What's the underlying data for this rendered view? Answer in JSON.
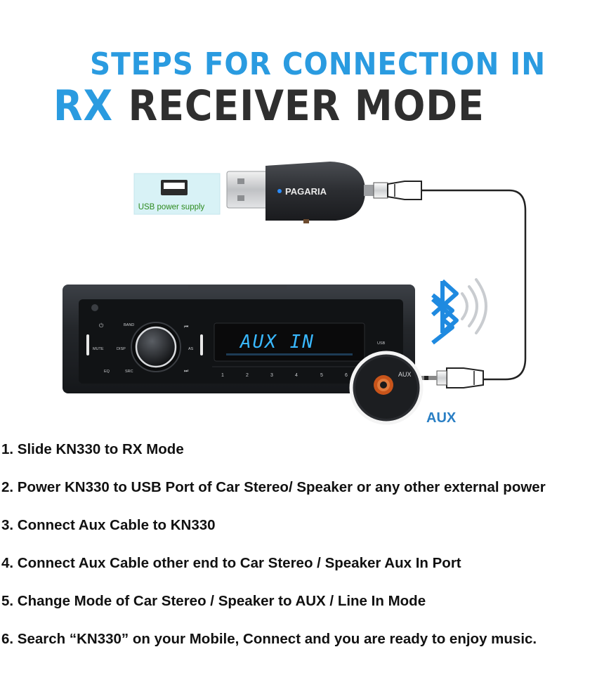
{
  "header": {
    "line1": "STEPS FOR CONNECTION IN",
    "line2_highlight": "RX",
    "line2_rest": "RECEIVER MODE"
  },
  "illustration": {
    "usb_power_label": "USB power supply",
    "device_brand": "PAGARIA",
    "stereo_display": "AUX IN",
    "stereo_buttons": {
      "band": "BAND",
      "mute": "MUTE",
      "disp": "DISP",
      "as": "AS",
      "eq": "EQ",
      "src": "SRC",
      "usb": "USB",
      "aux_port": "AUX"
    },
    "presets": [
      "1",
      "2",
      "3",
      "4",
      "5",
      "6"
    ],
    "aux_label": "AUX",
    "icons": [
      "usb-port-icon",
      "bluetooth-icon",
      "signal-waves-icon",
      "aux-plug-icon",
      "volume-knob-icon"
    ],
    "colors": {
      "accent_blue": "#2a9be0",
      "display_cyan": "#39b8ff",
      "port_orange": "#c8541a"
    }
  },
  "steps": [
    "1. Slide KN330 to RX Mode",
    "2. Power KN330 to USB Port of Car Stereo/ Speaker or any other external power",
    "3. Connect Aux Cable to KN330",
    "4. Connect Aux Cable other end to Car Stereo / Speaker Aux In Port",
    "5. Change Mode of Car Stereo / Speaker to AUX / Line In Mode",
    "6. Search “KN330” on your Mobile, Connect and you are ready to enjoy music."
  ]
}
